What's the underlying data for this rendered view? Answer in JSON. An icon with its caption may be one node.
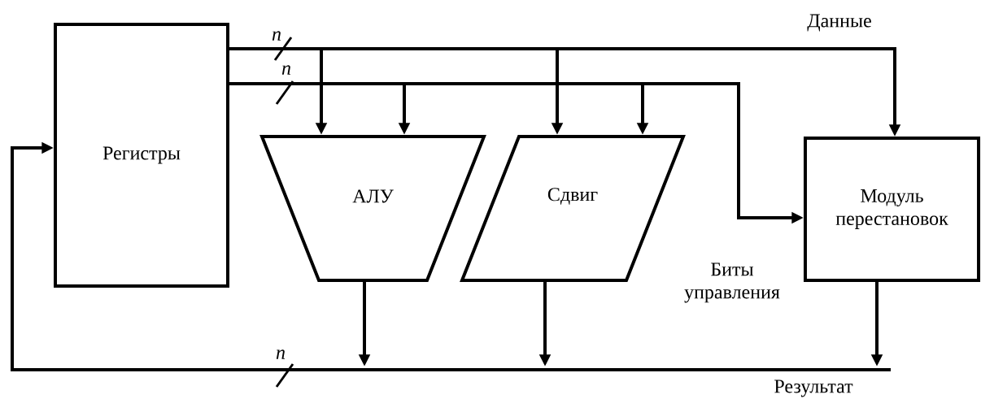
{
  "diagram": {
    "nodes": [
      {
        "text": [
          "Регистры"
        ]
      },
      {
        "text": [
          "АЛУ"
        ]
      },
      {
        "text": [
          "Сдвиг"
        ]
      },
      {
        "text": [
          "Модуль перестановок"
        ]
      },
      {
        "text": [],
        "shape": "bar",
        "beside": [
          "Результат",
          "n"
        ]
      }
    ],
    "edges": [
      {
        "from": 0,
        "to": 1,
        "arrow": "to"
      },
      {
        "from": 0,
        "to": 1,
        "arrow": "to"
      },
      {
        "from": 0,
        "to": 2,
        "arrow": "to"
      },
      {
        "from": 0,
        "to": 2,
        "arrow": "to"
      },
      {
        "from": 0,
        "to": 3,
        "arrow": "to"
      },
      {
        "from": 0,
        "to": 3,
        "arrow": "to"
      },
      {
        "from": 1,
        "to": 4,
        "arrow": "to"
      },
      {
        "from": 2,
        "to": 4,
        "arrow": "to"
      },
      {
        "from": 3,
        "to": 4,
        "arrow": "to"
      },
      {
        "from": 4,
        "to": 0,
        "arrow": "to"
      }
    ],
    "labels": [
      "Данные",
      "n",
      "n",
      "Биты управления"
    ]
  }
}
